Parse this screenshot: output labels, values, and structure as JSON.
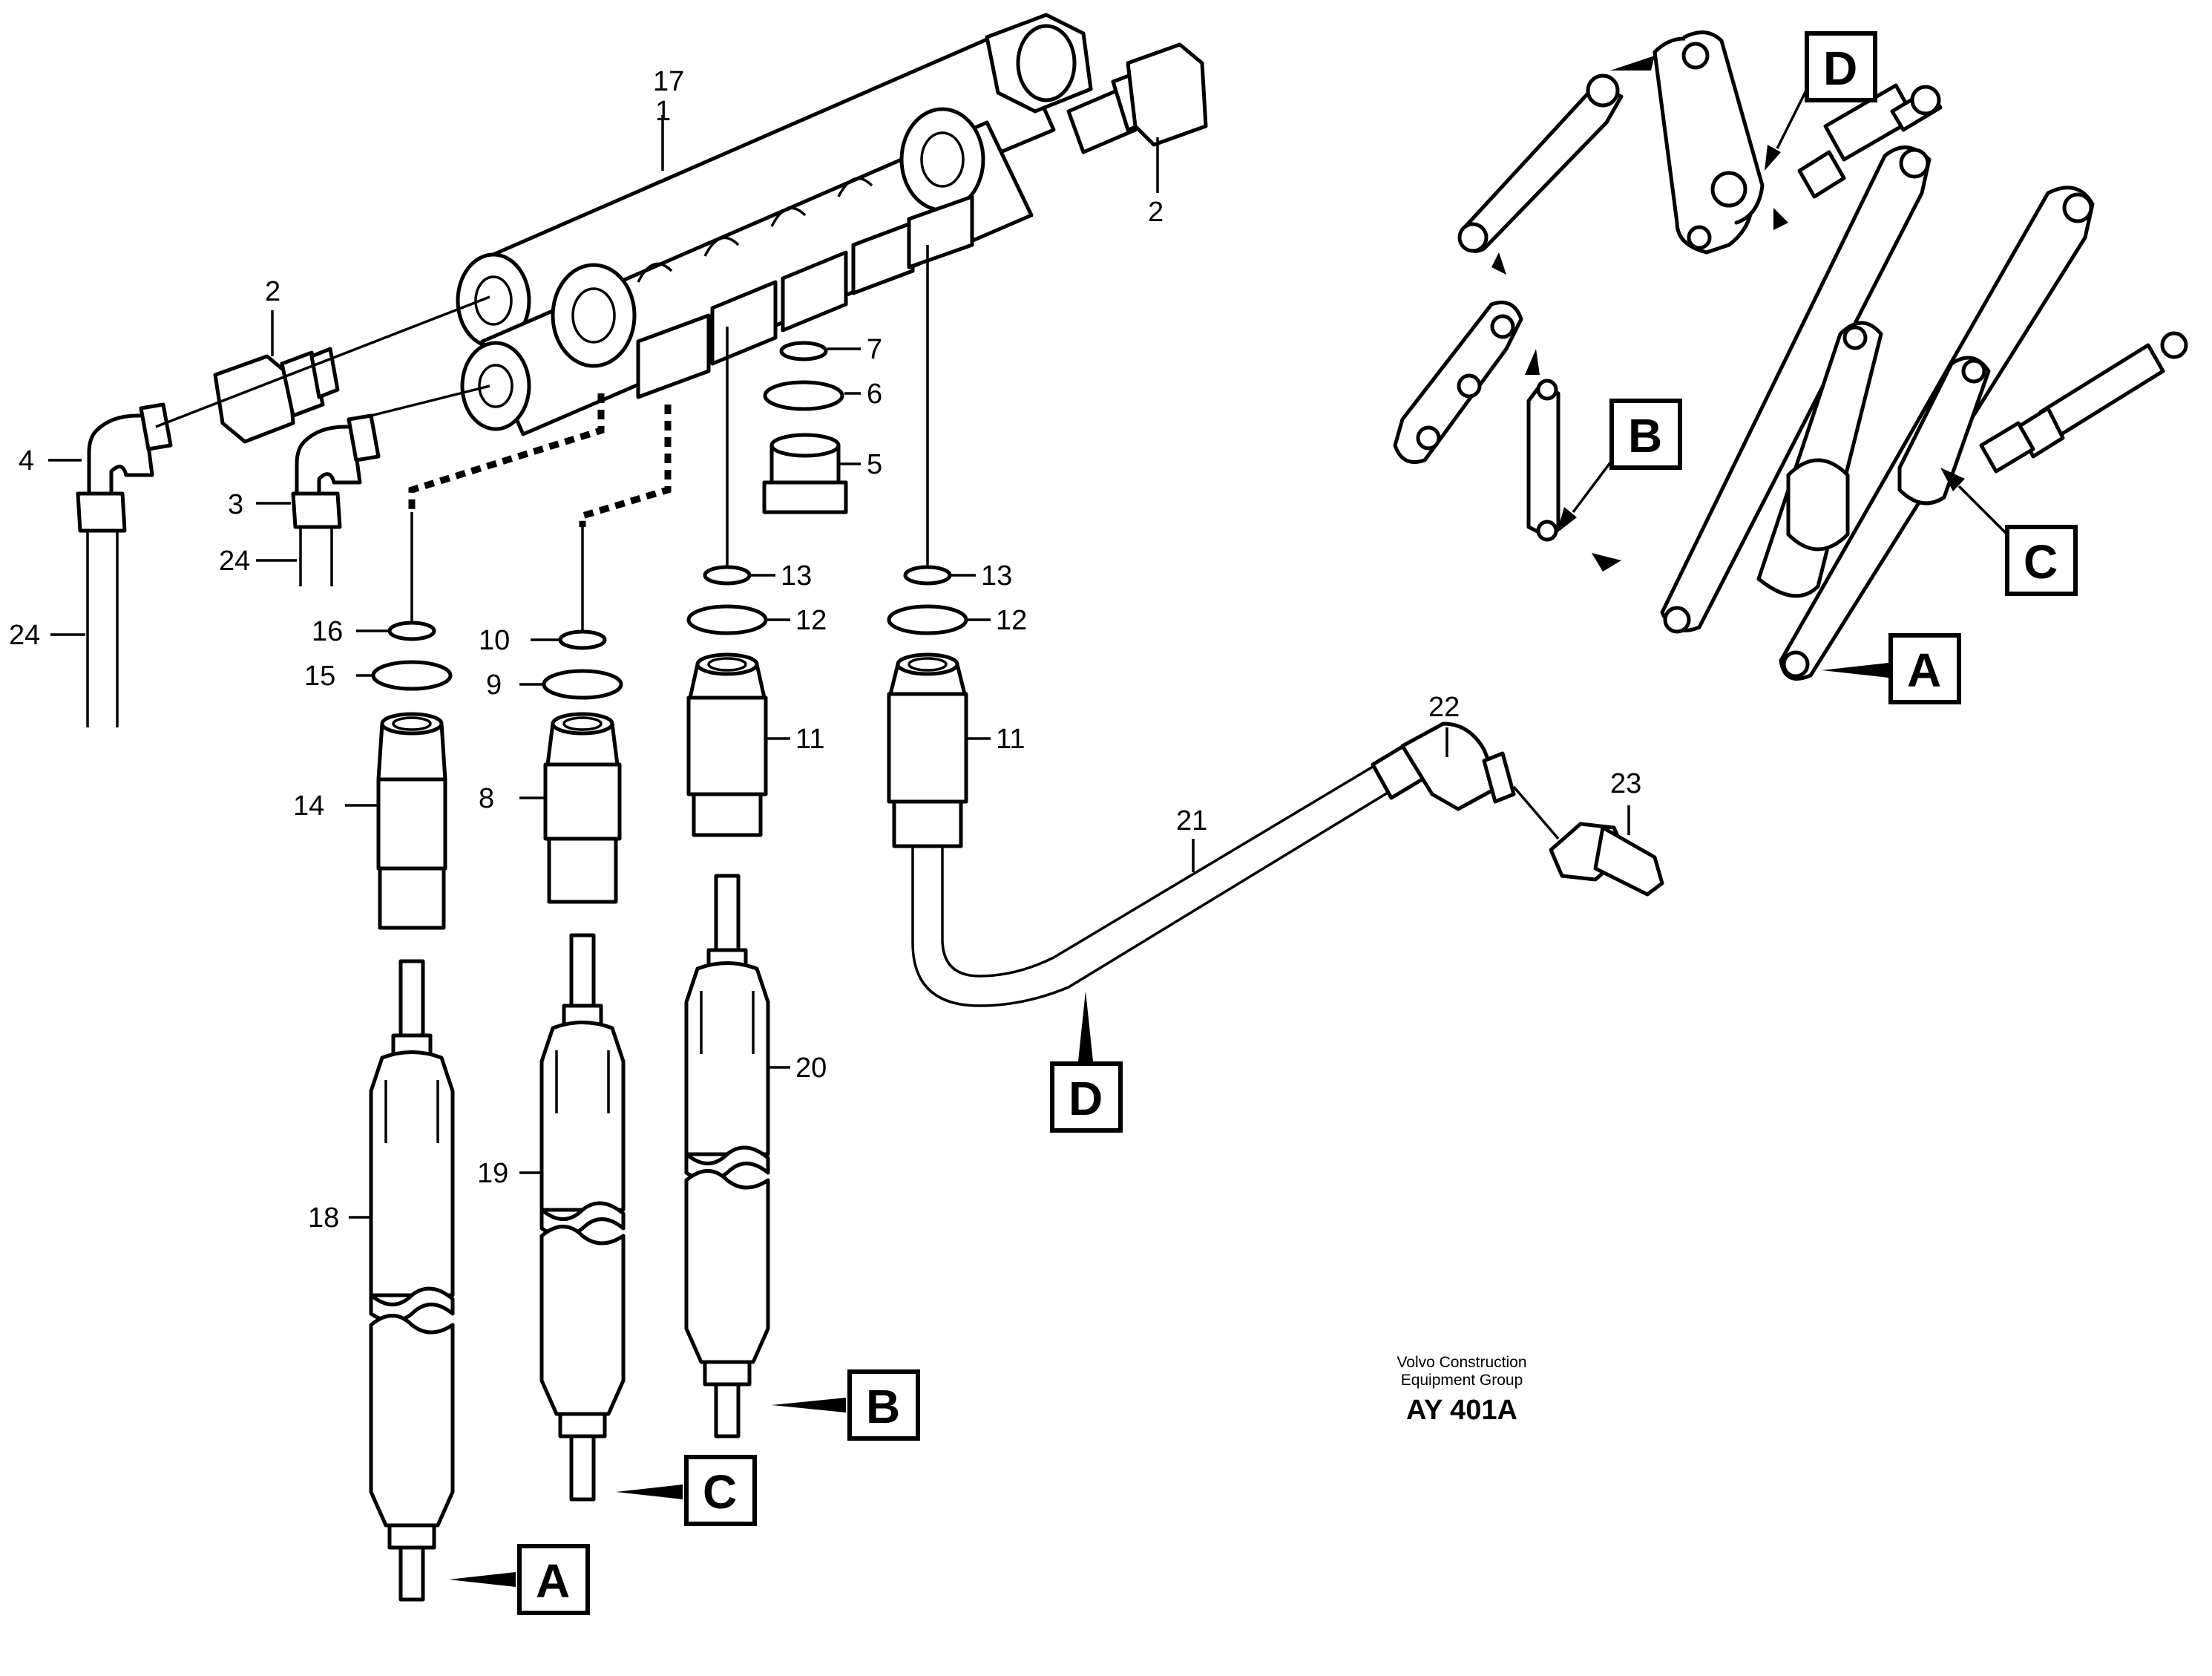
{
  "callouts": {
    "c17": "17",
    "c1": "1",
    "c2_right": "2",
    "c2_left": "2",
    "c4": "4",
    "c3": "3",
    "c24_a": "24",
    "c24_b": "24",
    "c7": "7",
    "c6": "6",
    "c5": "5",
    "c16": "16",
    "c15": "15",
    "c14": "14",
    "c10": "10",
    "c9": "9",
    "c8": "8",
    "c13_a": "13",
    "c12_a": "12",
    "c11_a": "11",
    "c13_b": "13",
    "c12_b": "12",
    "c11_b": "11",
    "c18": "18",
    "c19": "19",
    "c20": "20",
    "c21": "21",
    "c22": "22",
    "c23": "23"
  },
  "letter_boxes": {
    "A_bottom": "A",
    "C_bottom": "C",
    "B_bottom": "B",
    "D_pipe": "D",
    "D_top": "D",
    "B_top": "B",
    "C_right": "C",
    "A_right": "A"
  },
  "footer": {
    "line1": "Volvo Construction",
    "line2": "Equipment Group",
    "code": "AY 401A"
  }
}
